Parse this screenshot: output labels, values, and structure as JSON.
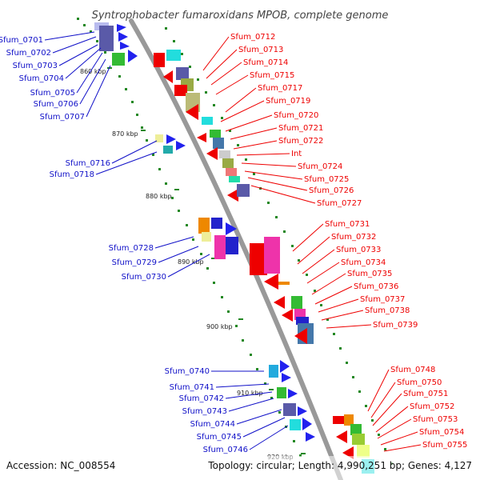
{
  "title": "Syntrophobacter fumaroxidans MPOB, complete genome",
  "footer": {
    "accession": "Accession: NC_008554",
    "topology": "Topology: circular; Length: 4,990,251 bp; Genes: 4,127"
  },
  "colors": {
    "backbone": "#999999",
    "left_label": "#1010c8",
    "right_label": "#ee0000",
    "tick": "#228822"
  },
  "kbp_marks": [
    "860 kbp",
    "870 kbp",
    "880 kbp",
    "890 kbp",
    "900 kbp",
    "910 kbp",
    "920 kbp"
  ],
  "left_labels": [
    "Sfum_0701",
    "Sfum_0702",
    "Sfum_0703",
    "Sfum_0704",
    "Sfum_0705",
    "Sfum_0706",
    "Sfum_0707",
    "Sfum_0716",
    "Sfum_0718",
    "Sfum_0728",
    "Sfum_0729",
    "Sfum_0730",
    "Sfum_0740",
    "Sfum_0741",
    "Sfum_0742",
    "Sfum_0743",
    "Sfum_0744",
    "Sfum_0745",
    "Sfum_0746"
  ],
  "right_labels": [
    "Sfum_0712",
    "Sfum_0713",
    "Sfum_0714",
    "Sfum_0715",
    "Sfum_0717",
    "Sfum_0719",
    "Sfum_0720",
    "Sfum_0721",
    "Sfum_0722",
    "Int",
    "Sfum_0724",
    "Sfum_0725",
    "Sfum_0726",
    "Sfum_0727",
    "Sfum_0731",
    "Sfum_0732",
    "Sfum_0733",
    "Sfum_0734",
    "Sfum_0735",
    "Sfum_0736",
    "Sfum_0737",
    "Sfum_0738",
    "Sfum_0739",
    "Sfum_0748",
    "Sfum_0750",
    "Sfum_0751",
    "Sfum_0752",
    "Sfum_0753",
    "Sfum_0754",
    "Sfum_0755"
  ]
}
